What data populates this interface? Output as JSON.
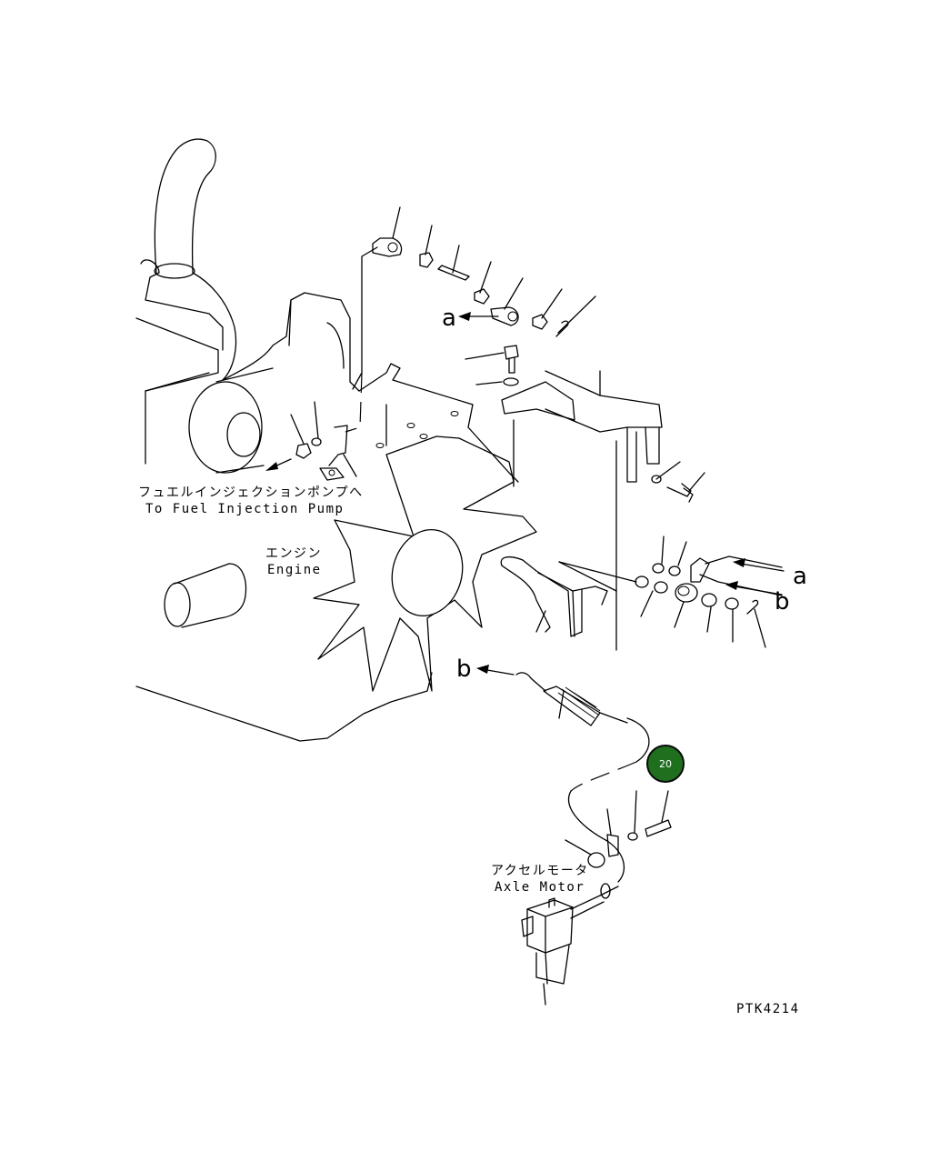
{
  "labels": {
    "fuel_pump_jp": "フュエルインジェクションポンプへ",
    "fuel_pump_en": "To Fuel Injection Pump",
    "engine_jp": "エンジン",
    "engine_en": "Engine",
    "accel_motor_jp": "アクセルモータ",
    "accel_motor_en": "Axle Motor",
    "figure_code": "PTK4214"
  },
  "refs": {
    "a_top": "a",
    "a_right": "a",
    "b_right": "b",
    "b_left": "b"
  },
  "badge": {
    "number": "20",
    "color": "#1f6f1f"
  }
}
